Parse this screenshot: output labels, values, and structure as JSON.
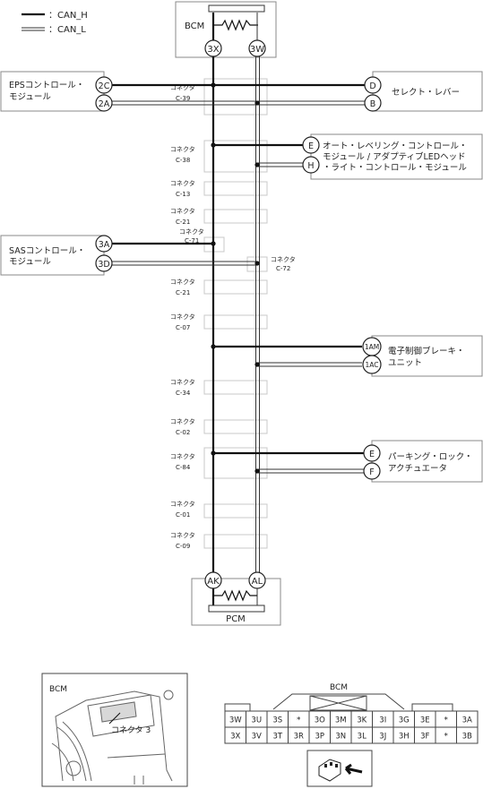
{
  "legend": {
    "can_h": "：CAN_H",
    "can_l": "：CAN_L"
  },
  "bcm": {
    "name": "BCM",
    "pin_h": "3X",
    "pin_l": "3W"
  },
  "pcm": {
    "name": "PCM",
    "pin_h": "AK",
    "pin_l": "AL"
  },
  "connector_word": "コネクタ",
  "left_modules": [
    {
      "name1": "EPSコントロール・",
      "name2": "モジュール",
      "pin_h": "2C",
      "pin_l": "2A"
    },
    {
      "name1": "SASコントロール・",
      "name2": "モジュール",
      "pin_h": "3A",
      "pin_l": "3D"
    }
  ],
  "right_modules": [
    {
      "lines": [
        "セレクト・レバー"
      ],
      "pin_h": "D",
      "pin_l": "B"
    },
    {
      "lines": [
        "オート・レベリング・コントロール・",
        "モジュール / アダプティブLEDヘッド",
        "・ライト・コントロール・モジュール"
      ],
      "pin_h": "E",
      "pin_l": "H"
    },
    {
      "lines": [
        "電子制御ブレーキ・",
        "ユニット"
      ],
      "pin_h": "1AM",
      "pin_l": "1AC"
    },
    {
      "lines": [
        "パーキング・ロック・",
        "アクチュエータ"
      ],
      "pin_h": "E",
      "pin_l": "F"
    }
  ],
  "connectors": [
    "C-39",
    "C-38",
    "C-13",
    "C-21",
    "C-71",
    "C-72",
    "C-21",
    "C-07",
    "C-34",
    "C-02",
    "C-84",
    "C-01",
    "C-09"
  ],
  "bottom_left": {
    "title": "BCM",
    "label": "コネクタ 3"
  },
  "bottom_right": {
    "title": "BCM",
    "row1": [
      "3W",
      "3U",
      "3S",
      "*",
      "3O",
      "3M",
      "3K",
      "3I",
      "3G",
      "3E",
      "*",
      "3A"
    ],
    "row2": [
      "3X",
      "3V",
      "3T",
      "3R",
      "3P",
      "3N",
      "3L",
      "3J",
      "3H",
      "3F",
      "*",
      "3B"
    ]
  }
}
